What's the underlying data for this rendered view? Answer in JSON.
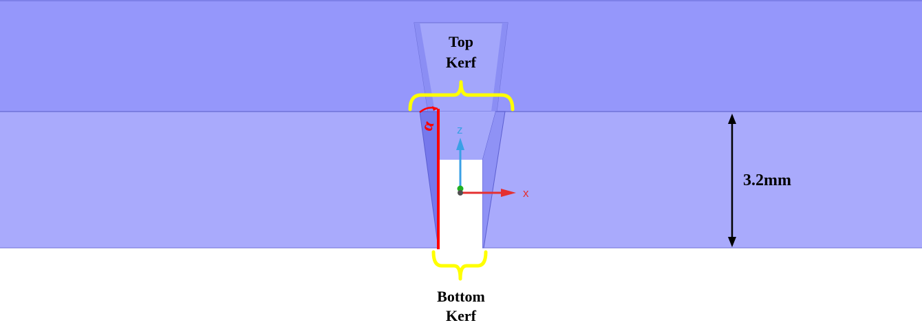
{
  "labels": {
    "top_kerf_line1": "Top",
    "top_kerf_line2": "Kerf",
    "bottom_kerf_line1": "Bottom",
    "bottom_kerf_line2": "Kerf",
    "thickness": "3.2mm",
    "angle_symbol": "α",
    "axis_z": "z",
    "axis_x": "x"
  },
  "colors": {
    "top_plate": "#9597fb",
    "bottom_plate": "#a9aafc",
    "kerf_wall_left": "#7678ec",
    "kerf_wall_right": "#8f92f5",
    "kerf_gap_upper": "#a5a8fb",
    "bracket": "#ffff00",
    "angle_marker": "#ff0000",
    "dimension_arrow": "#000000",
    "axis_z": "#3aa0e6",
    "axis_x": "#e53030",
    "origin_dot": "#20b020"
  },
  "icons": {
    "coordinate_triad": "xyz-axis-icon"
  }
}
